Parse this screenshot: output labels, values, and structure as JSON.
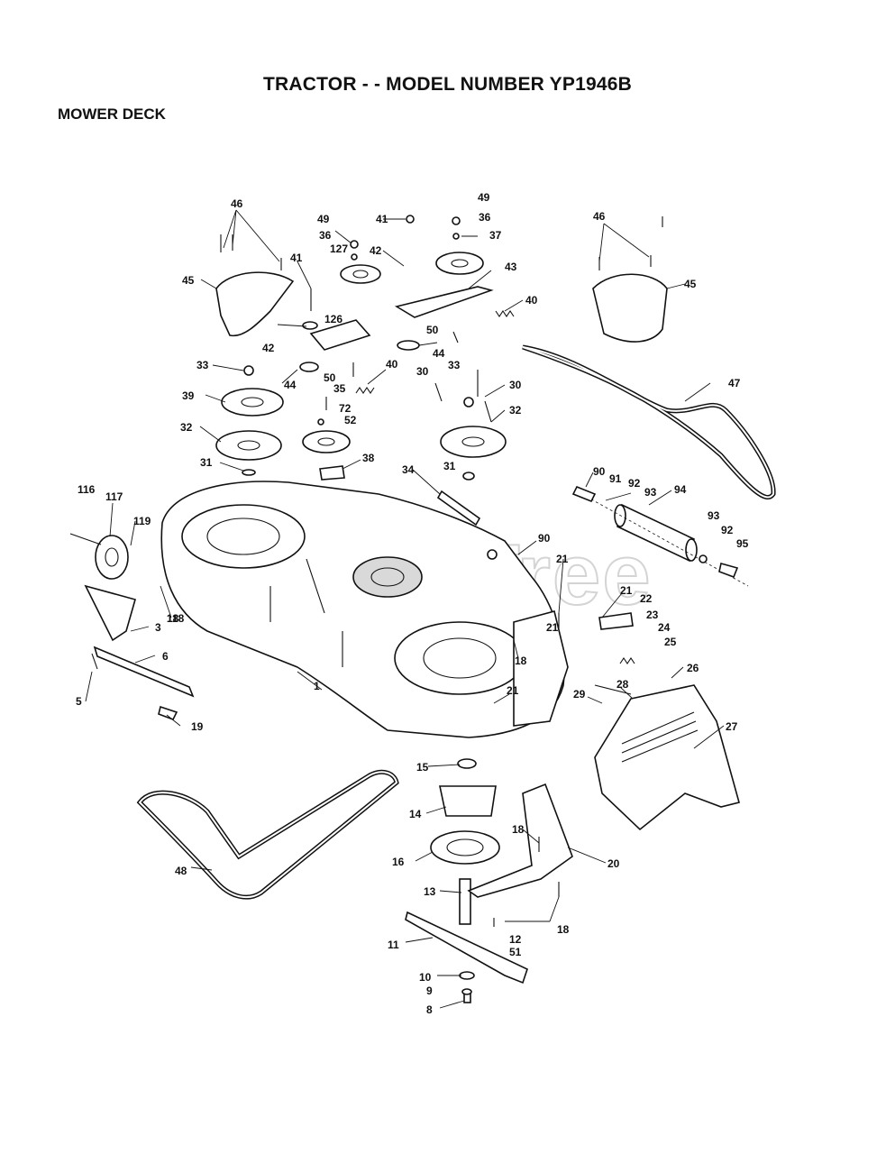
{
  "title": "TRACTOR - - MODEL NUMBER YP1946B",
  "section_title": "MOWER DECK",
  "watermark": "PartsTree",
  "part_labels": [
    "1",
    "3",
    "5",
    "6",
    "8",
    "9",
    "10",
    "11",
    "12",
    "13",
    "14",
    "15",
    "16",
    "18",
    "18",
    "18",
    "18",
    "19",
    "20",
    "21",
    "21",
    "21",
    "21",
    "22",
    "23",
    "24",
    "25",
    "26",
    "27",
    "28",
    "29",
    "30",
    "30",
    "31",
    "31",
    "32",
    "32",
    "33",
    "33",
    "34",
    "35",
    "36",
    "36",
    "37",
    "38",
    "39",
    "40",
    "40",
    "41",
    "41",
    "42",
    "42",
    "43",
    "44",
    "44",
    "45",
    "45",
    "46",
    "46",
    "47",
    "48",
    "49",
    "49",
    "50",
    "50",
    "51",
    "52",
    "72",
    "90",
    "90",
    "91",
    "92",
    "92",
    "93",
    "93",
    "94",
    "95",
    "116",
    "117",
    "118",
    "119",
    "126",
    "127"
  ]
}
